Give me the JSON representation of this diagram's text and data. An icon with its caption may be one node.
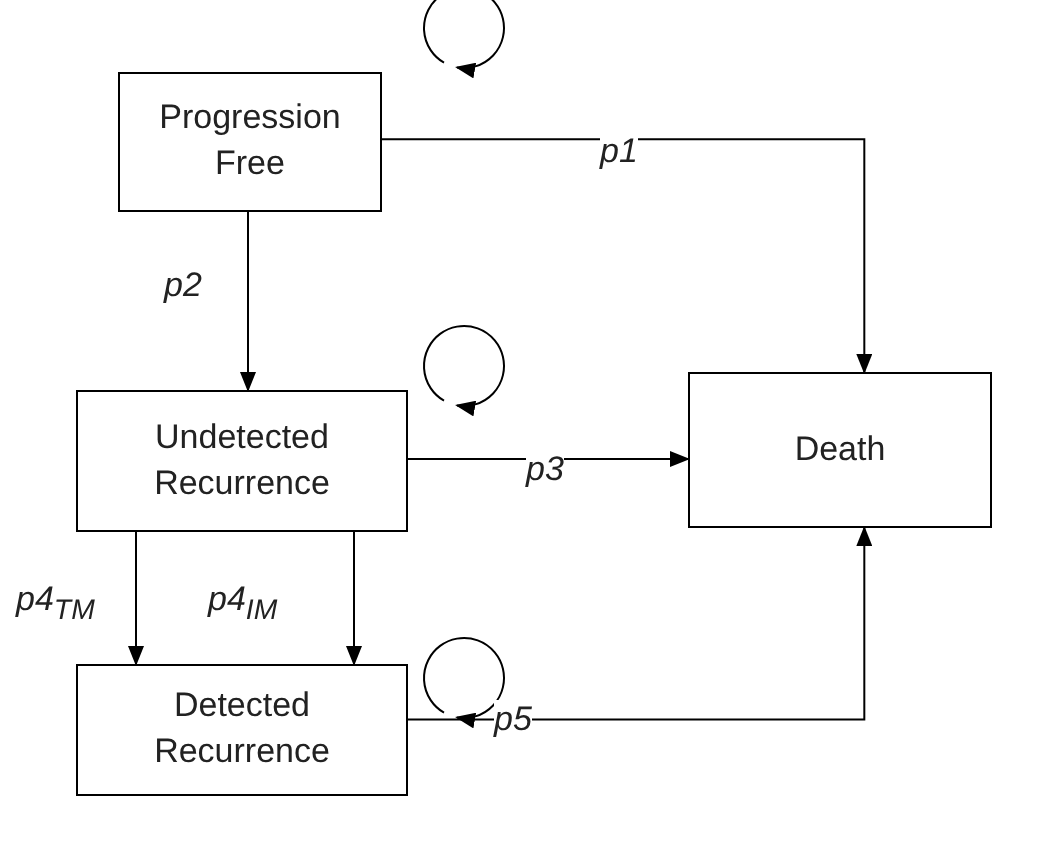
{
  "diagram": {
    "nodes": [
      {
        "text": [
          "Progression Free"
        ]
      },
      {
        "text": [
          "Undetected Recurrence"
        ]
      },
      {
        "text": [
          "Death"
        ]
      },
      {
        "text": [
          "Detected Recurrence"
        ]
      }
    ],
    "edges": [
      {
        "from": 0,
        "to": 0,
        "arrow": "to"
      },
      {
        "from": 0,
        "to": 2,
        "arrow": "to",
        "label": "p1"
      },
      {
        "from": 0,
        "to": 1,
        "arrow": "to",
        "label": "p2"
      },
      {
        "from": 1,
        "to": 1,
        "arrow": "to"
      },
      {
        "from": 1,
        "to": 2,
        "arrow": "to",
        "label": "p3"
      },
      {
        "from": 1,
        "to": 3,
        "arrow": "to",
        "label": "p4$_{TM}$"
      },
      {
        "from": 1,
        "to": 3,
        "arrow": "to",
        "label": "p4$_{IM}$"
      },
      {
        "from": 3,
        "to": 3,
        "arrow": "to"
      },
      {
        "from": 3,
        "to": 2,
        "arrow": "to",
        "label": "p5"
      }
    ]
  }
}
